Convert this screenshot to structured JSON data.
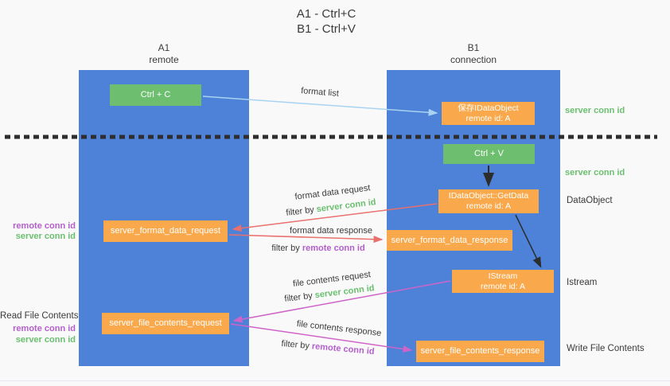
{
  "title": {
    "line1": "A1 - Ctrl+C",
    "line2": "B1 - Ctrl+V"
  },
  "lanes": {
    "a": {
      "name": "A1",
      "role": "remote"
    },
    "b": {
      "name": "B1",
      "role": "connection"
    }
  },
  "nodes": {
    "ctrl_c": {
      "label": "Ctrl + C"
    },
    "save_dataobject": {
      "line1": "保存IDataObject",
      "line2": "remote id: A"
    },
    "ctrl_v": {
      "label": "Ctrl + V"
    },
    "getdata": {
      "line1": "IDataObject::GetData",
      "line2": "remote id: A"
    },
    "format_request": {
      "label": "server_format_data_request"
    },
    "format_response": {
      "label": "server_format_data_response"
    },
    "istream": {
      "line1": "IStream",
      "line2": "remote id: A"
    },
    "file_request": {
      "label": "server_file_contents_request"
    },
    "file_response": {
      "label": "server_file_contents_response"
    }
  },
  "edge_labels": {
    "format_list": "format list",
    "format_data_request": "format data request",
    "format_data_response": "format data response",
    "file_contents_request": "file contents request",
    "file_contents_response": "file contents response",
    "filter_by": "filter by",
    "server_conn_id": "server conn id",
    "remote_conn_id": "remote conn id"
  },
  "annotations": {
    "left": {
      "remote_conn_id_1": "remote conn id",
      "server_conn_id_1": "server conn id",
      "read_file": "Read File Contents",
      "remote_conn_id_2": "remote conn id",
      "server_conn_id_2": "server conn id"
    },
    "right": {
      "server_conn_id_1": "server conn id",
      "server_conn_id_2": "server conn id",
      "dataobject": "DataObject",
      "istream": "Istream",
      "write_file": "Write File Contents"
    }
  },
  "colors": {
    "lane_blue": "#4d82d8",
    "box_orange": "#f9a94b",
    "box_green": "#6dbf6f",
    "arrow_red": "#e8706d",
    "arrow_pink": "#cf64c8",
    "arrow_lightblue": "#a9d3f0",
    "arrow_black": "#2d2d2d",
    "text_green": "#6abf6e",
    "text_purple": "#b45ecc"
  }
}
